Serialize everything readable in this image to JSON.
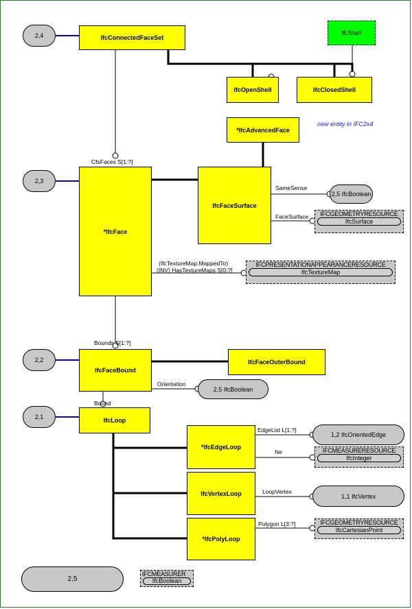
{
  "page_refs": {
    "r24": "2,4",
    "r23": "2,3",
    "r22": "2,2",
    "r21": "2,1",
    "r25": "2,5"
  },
  "entities": {
    "connected_face_set": "IfcConnectedFaceSet",
    "shell": "IfcShell",
    "open_shell": "IfcOpenShell",
    "closed_shell": "IfcClosedShell",
    "advanced_face": "*IfcAdvancedFace",
    "face": "*IfcFace",
    "face_surface": "IfcFaceSurface",
    "face_bound": "IfcFaceBound",
    "face_outer_bound": "IfcFaceOuterBound",
    "loop": "IfcLoop",
    "edge_loop": "*IfcEdgeLoop",
    "vertex_loop": "IfcVertexLoop",
    "poly_loop": "*IfcPolyLoop"
  },
  "note": "new entity in IFC2x4",
  "attributes": {
    "cfs_faces": "CfsFaces S[1:?]",
    "same_sense": "SameSense",
    "face_surface": "FaceSurface",
    "texture_maps_1": "(IfcTextureMap.MappedTo)",
    "texture_maps_2": "(INV) HasTextureMaps S[0:?]",
    "bounds": "Bounds S[1:?]",
    "orientation": "Orientation",
    "bound": "Bound",
    "edge_list": "EdgeList L[1:?]",
    "ne": "Ne",
    "loop_vertex": "LoopVertex",
    "polygon": "Polygon L[3:?]"
  },
  "pills": {
    "same_sense_type": "2,5 IfcBoolean",
    "orientation_type": "2,5 IfcBoolean",
    "edge_list_type": "1,2 IfcOrientedEdge",
    "loop_vertex_type": "1,1 IfcVertex"
  },
  "externals": {
    "geom_surface": {
      "schema": "IFCGEOMETRYRESOURCE",
      "type": "IfcSurface"
    },
    "texture_map": {
      "schema": "IFCPRESENTATIONAPPEARANCERESOURCE",
      "type": "IfcTextureMap"
    },
    "measure_integer": {
      "schema": "IFCMEASURERESOURCE",
      "type": "IfcInteger"
    },
    "geom_point": {
      "schema": "IFCGEOMETRYRESOURCE",
      "type": "IfcCartesianPoint"
    },
    "measure_boolean": {
      "schema": "IFCMEASURER",
      "type": "IfcBoolean"
    }
  },
  "colors": {
    "entity_fill": "#ffff00",
    "supertype_fill": "#00ff00",
    "ref_fill": "#c8c8c8",
    "ref_link": "#0000cc",
    "note_text": "#1a1aff"
  }
}
